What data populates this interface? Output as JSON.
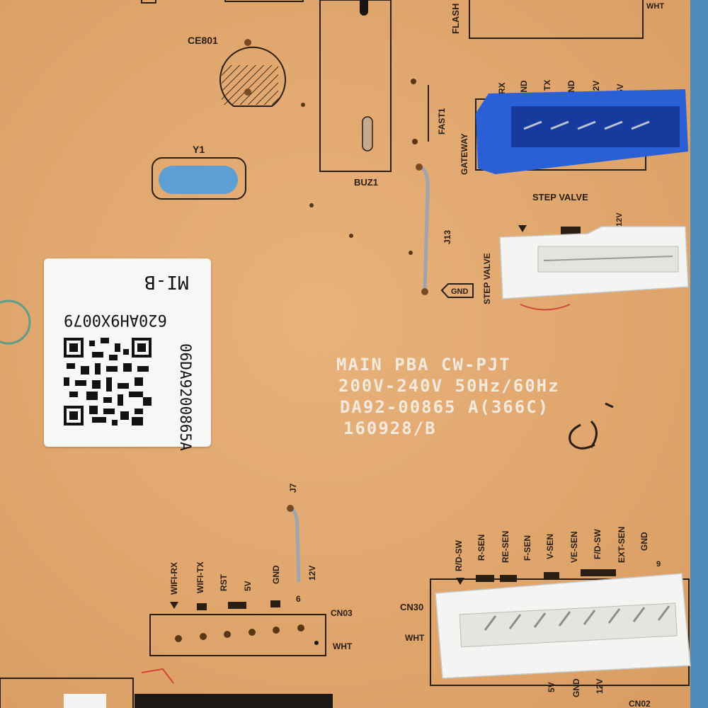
{
  "board": {
    "components": {
      "capacitor": "CE801",
      "crystal": "Y1",
      "buzzer": "BUZ1",
      "fast": "FAST1",
      "jumper_top": "J13",
      "jumper_bottom": "J7",
      "gnd_tag": "GND"
    },
    "gateway": {
      "label": "GATEWAY",
      "pins": [
        "RX",
        "GND",
        "TX",
        "GND",
        "12V",
        "5V"
      ]
    },
    "step_valve": {
      "label_top": "STEP VALVE",
      "label_side": "STEP VALVE",
      "pin": "12V"
    },
    "top_label": {
      "flash": "FLASH",
      "wht": "WHT"
    },
    "main_text": {
      "line1": "MAIN PBA CW-PJT",
      "line2": "200V-240V 50Hz/60Hz",
      "line3": "DA92-00865 A(366C)",
      "line4": "160928/B"
    },
    "sticker": {
      "model": "MI-B",
      "code1": "620AH9X0079",
      "code2": "06DA9200865A"
    },
    "cn03": {
      "label": "CN03",
      "color": "WHT",
      "count": "6",
      "pins": [
        "WIFI-RX",
        "WIFI-TX",
        "RST",
        "5V",
        "GND",
        "12V"
      ]
    },
    "cn30": {
      "label": "CN30",
      "color": "WHT",
      "count": "9",
      "pins": [
        "R/D-SW",
        "R-SEN",
        "RE-SEN",
        "F-SEN",
        "V-SEN",
        "VE-SEN",
        "F/D-SW",
        "EXT-SEN",
        "GND"
      ]
    },
    "cn02": {
      "label": "CN02",
      "pins": [
        "5V",
        "GND",
        "12V"
      ]
    }
  },
  "colors": {
    "pcb": "#e3aa72",
    "silk": "#2a1d12",
    "blue_connector": "#2a5fd6",
    "white_connector": "#f4f4f2",
    "crystal": "#5d9fd3"
  }
}
